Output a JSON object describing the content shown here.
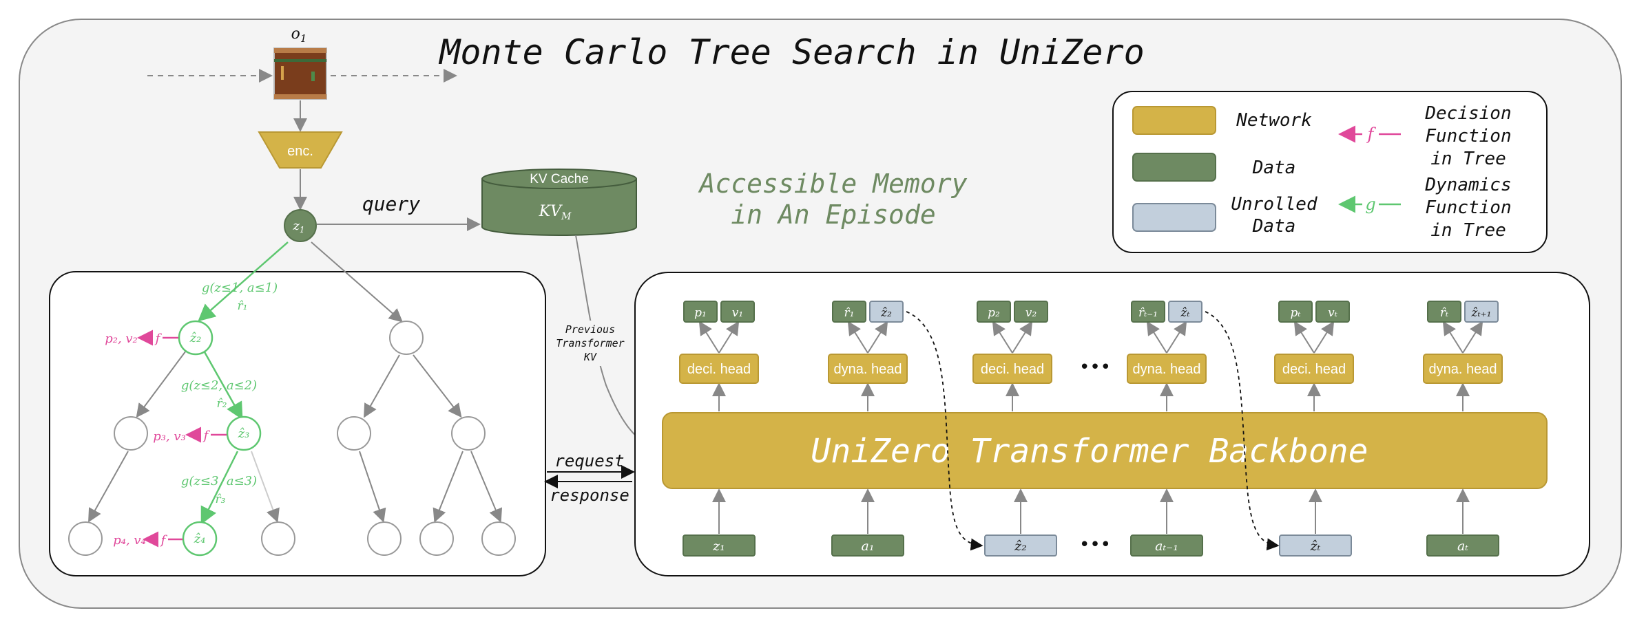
{
  "title": "Monte Carlo Tree Search in UniZero",
  "observation": {
    "label": "o",
    "sub": "1"
  },
  "encoder": {
    "label": "enc."
  },
  "root_node": {
    "label": "z",
    "sub": "1"
  },
  "query_label": "query",
  "kv_cache": {
    "title": "KV Cache",
    "label": "KV",
    "sub": "M"
  },
  "memory_caption": [
    "Accessible Memory",
    "in An Episode"
  ],
  "previous_kv_label": [
    "Previous",
    "Transformer",
    "KV"
  ],
  "request_label": "request",
  "response_label": "response",
  "backbone_label": "UniZero Transformer Backbone",
  "legend": {
    "network": "Network",
    "data": "Data",
    "unrolled": [
      "Unrolled",
      "Data"
    ],
    "decision_symbol": "f",
    "dynamics_symbol": "g",
    "decision": [
      "Decision",
      "Function",
      "in Tree"
    ],
    "dynamics": [
      "Dynamics",
      "Function",
      "in Tree"
    ]
  },
  "tree": {
    "g1": "g(z≤1, a≤1)",
    "r1": "r̂₁",
    "g2": "g(z≤2, a≤2)",
    "r2": "r̂₂",
    "g3": "g(z≤3, a≤3)",
    "r3": "r̂₃",
    "z2": "ẑ₂",
    "z3": "ẑ₃",
    "z4": "ẑ₄",
    "pv2": "p₂, v₂",
    "pv3": "p₃, v₃",
    "pv4": "p₄, v₄",
    "f": "f"
  },
  "heads": {
    "decision": "deci. head",
    "dynamics": "dyna. head"
  },
  "outputs": [
    [
      "p₁",
      "v₁"
    ],
    [
      "r̂₁",
      "ẑ₂"
    ],
    [
      "p₂",
      "v₂"
    ],
    [
      "r̂ₜ₋₁",
      "ẑₜ"
    ],
    [
      "pₜ",
      "vₜ"
    ],
    [
      "r̂ₜ",
      "ẑₜ₊₁"
    ]
  ],
  "inputs": [
    "z₁",
    "a₁",
    "ẑ₂",
    "aₜ₋₁",
    "ẑₜ",
    "aₜ"
  ],
  "ellipsis": "•••",
  "colors": {
    "network": "#d4b348",
    "data": "#6e8a62",
    "unrolled": "#c2cfdc",
    "decision": "#e0489a",
    "dynamics": "#5ec770",
    "arrow": "#888888"
  }
}
